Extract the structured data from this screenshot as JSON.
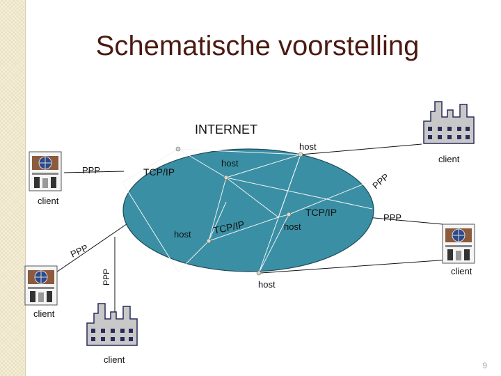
{
  "slide": {
    "title": "Schematische voorstelling",
    "page_number": "9"
  },
  "labels": {
    "internet": "INTERNET",
    "host": "host",
    "client": "client",
    "tcpip": "TCP/IP",
    "ppp": "PPP"
  },
  "colors": {
    "ellipse_fill": "#3a8fa5",
    "ellipse_stroke": "#1e4a57",
    "title": "#4a1a12",
    "lines": "#f2f2f2",
    "links": "#111111"
  }
}
